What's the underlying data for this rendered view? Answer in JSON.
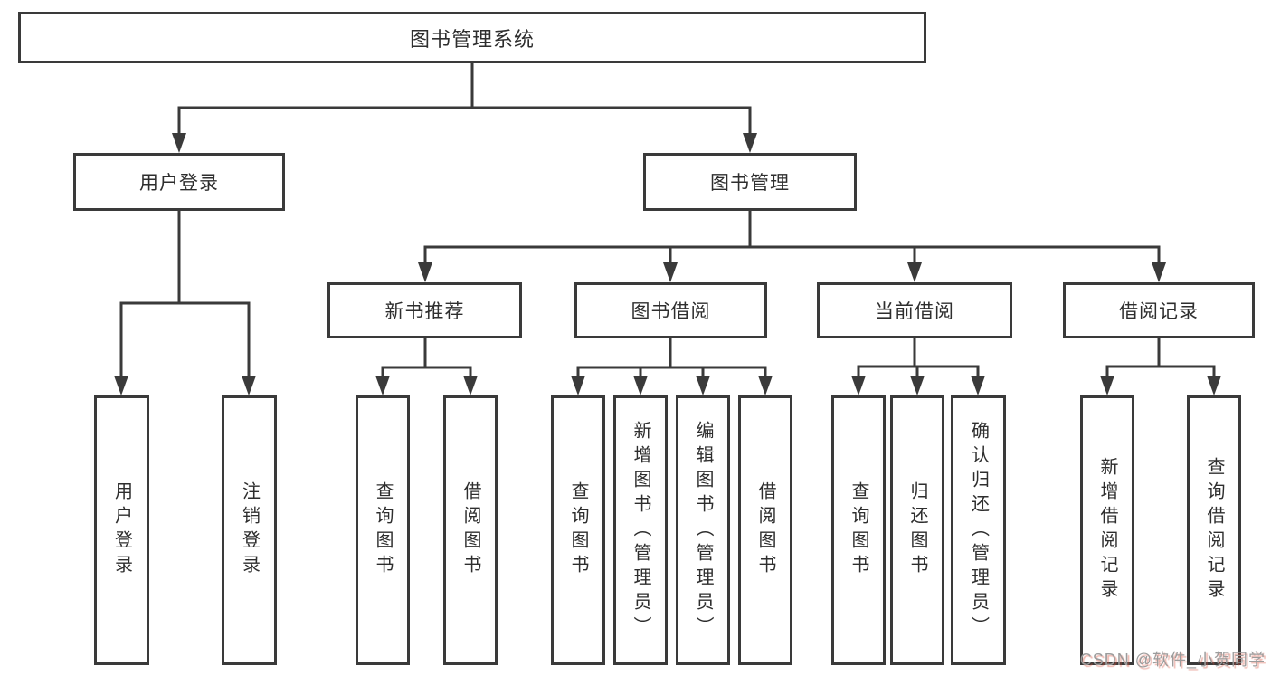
{
  "tree": {
    "root": "图书管理系统",
    "branches": [
      {
        "label": "用户登录",
        "children": [
          "用户登录",
          "注销登录"
        ]
      },
      {
        "label": "图书管理",
        "groups": [
          {
            "label": "新书推荐",
            "children": [
              "查询图书",
              "借阅图书"
            ]
          },
          {
            "label": "图书借阅",
            "children": [
              "查询图书",
              "新增图书（管理员）",
              "编辑图书（管理员）",
              "借阅图书"
            ]
          },
          {
            "label": "当前借阅",
            "children": [
              "查询图书",
              "归还图书",
              "确认归还（管理员）"
            ]
          },
          {
            "label": "借阅记录",
            "children": [
              "新增借阅记录",
              "查询借阅记录"
            ]
          }
        ]
      }
    ]
  },
  "watermark": {
    "text": "CSDN @软件_小贺同学"
  },
  "colors": {
    "line": "#3a3a3a",
    "text": "#2e2e2e",
    "box_background": "#ffffff",
    "watermark_gray": "#9c9c9c",
    "watermark_red": "#d6503c"
  }
}
